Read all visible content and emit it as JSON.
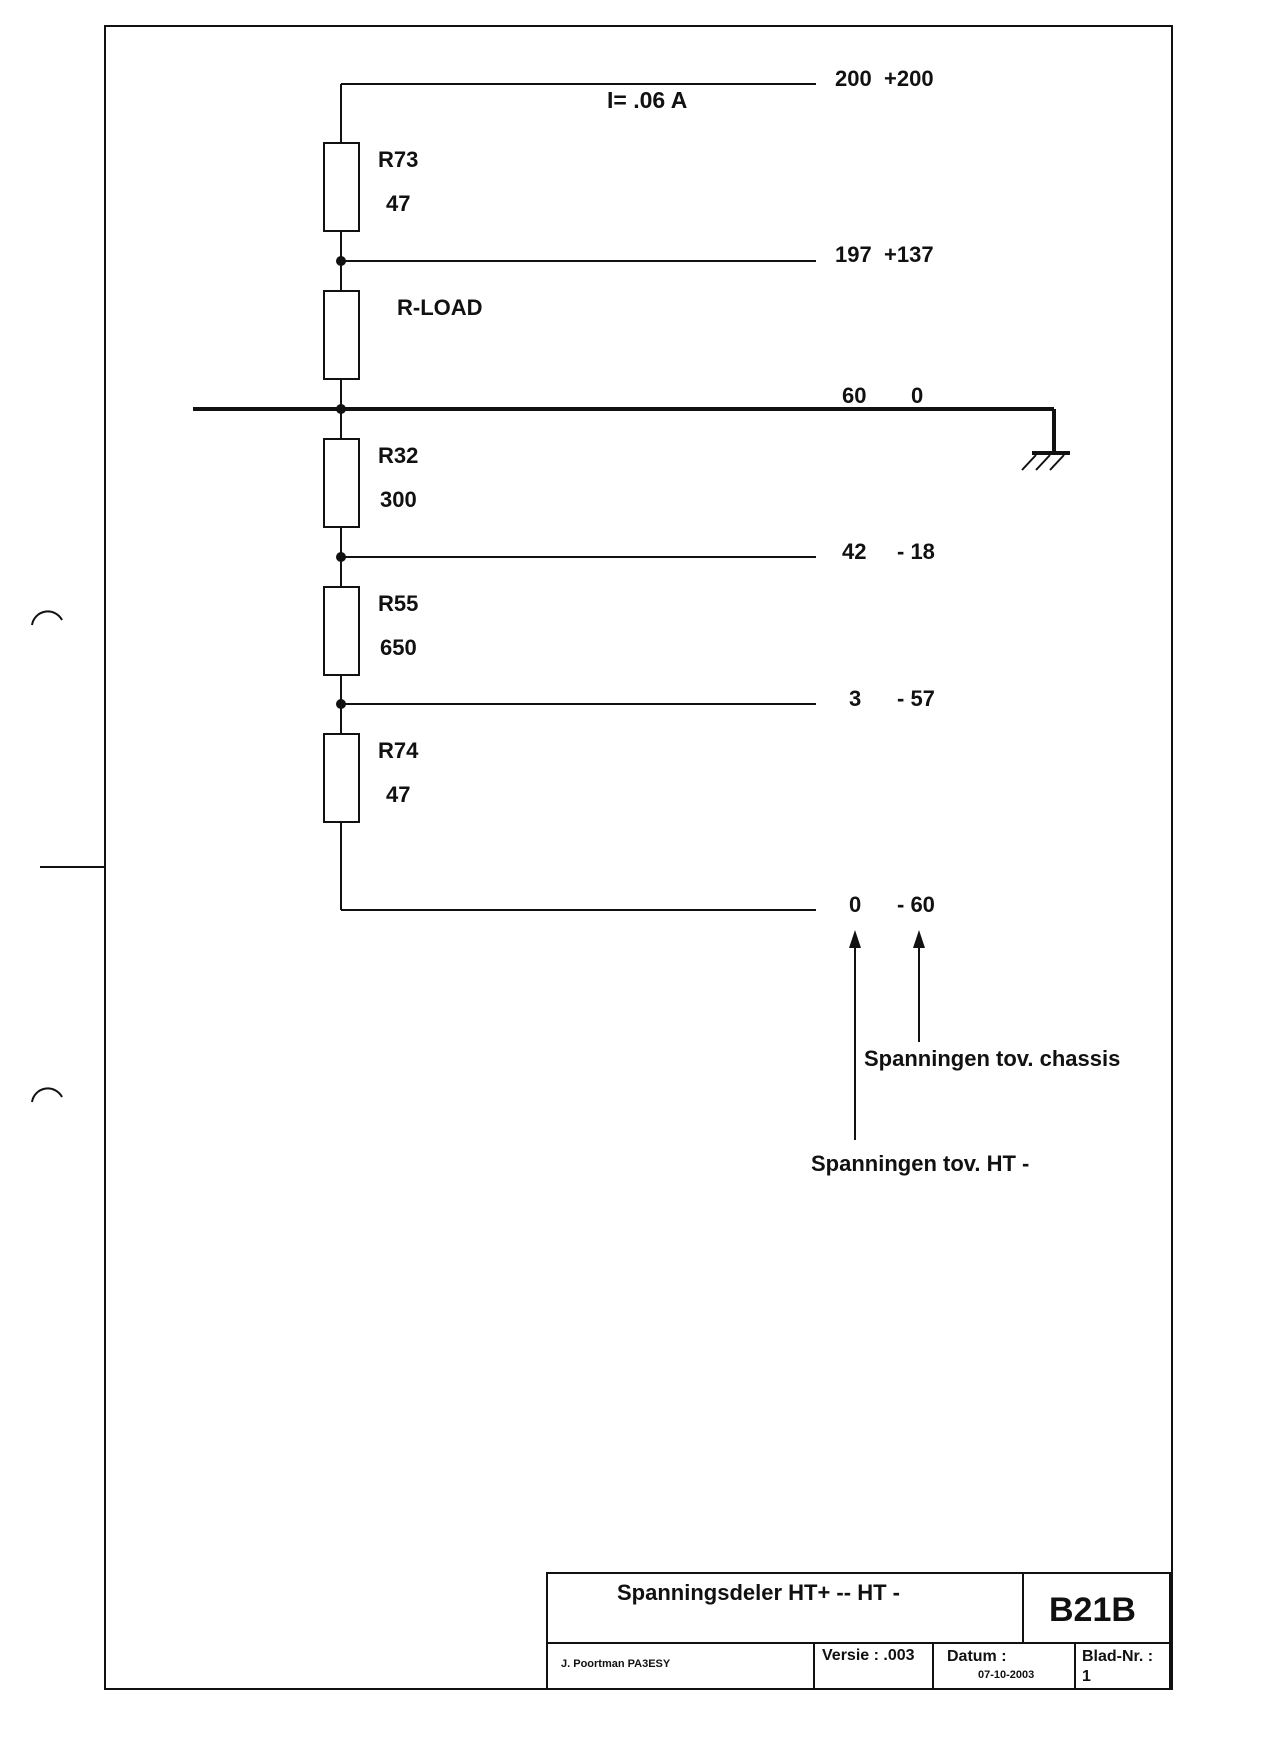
{
  "current_label": "I= .06 A",
  "resistors": [
    {
      "name": "R73",
      "value": "47"
    },
    {
      "name": "R-LOAD",
      "value": ""
    },
    {
      "name": "R32",
      "value": "300"
    },
    {
      "name": "R55",
      "value": "650"
    },
    {
      "name": "R74",
      "value": "47"
    }
  ],
  "taps": [
    {
      "ht_minus": "200",
      "chassis": "+200"
    },
    {
      "ht_minus": "197",
      "chassis": "+137"
    },
    {
      "ht_minus": "60",
      "chassis": "0"
    },
    {
      "ht_minus": "42",
      "chassis": "- 18"
    },
    {
      "ht_minus": "3",
      "chassis": "- 57"
    },
    {
      "ht_minus": "0",
      "chassis": "- 60"
    }
  ],
  "annotations": {
    "chassis_ref": "Spanningen tov. chassis",
    "ht_ref": "Spanningen tov. HT -"
  },
  "title_block": {
    "title": "Spanningsdeler HT+  --  HT -",
    "code": "B21B",
    "author": "J. Poortman   PA3ESY",
    "version": "Versie : .003",
    "date_label": "Datum :",
    "date_value": "07-10-2003",
    "sheet_label": "Blad-Nr. :",
    "sheet_value": "1"
  }
}
